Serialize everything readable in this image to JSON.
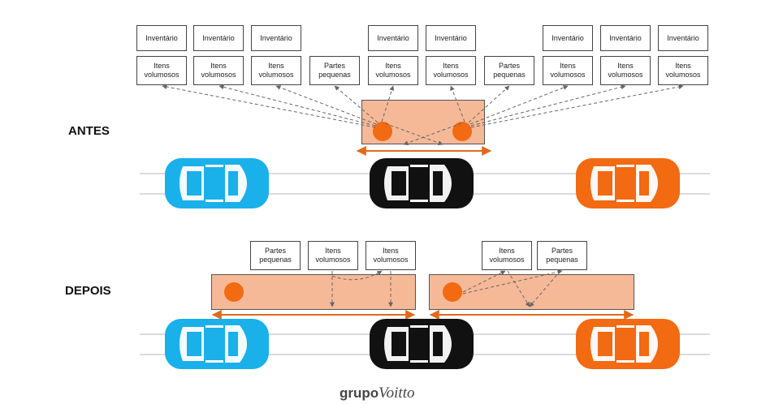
{
  "labels": {
    "before": "ANTES",
    "after": "DEPOIS"
  },
  "box_text": {
    "inventario": "Inventário",
    "itens": "Itens\nvolumosos",
    "partes": "Partes\npequenas"
  },
  "logo": {
    "brand": "grupo",
    "name": "Voitto"
  },
  "colors": {
    "car_left": "#1ab0ea",
    "car_center": "#111111",
    "car_right": "#f26a12",
    "zone_fill": "#f5b998",
    "worker_dot": "#f26a12",
    "arrow": "#e06a1a",
    "dashed_path": "#666666"
  }
}
